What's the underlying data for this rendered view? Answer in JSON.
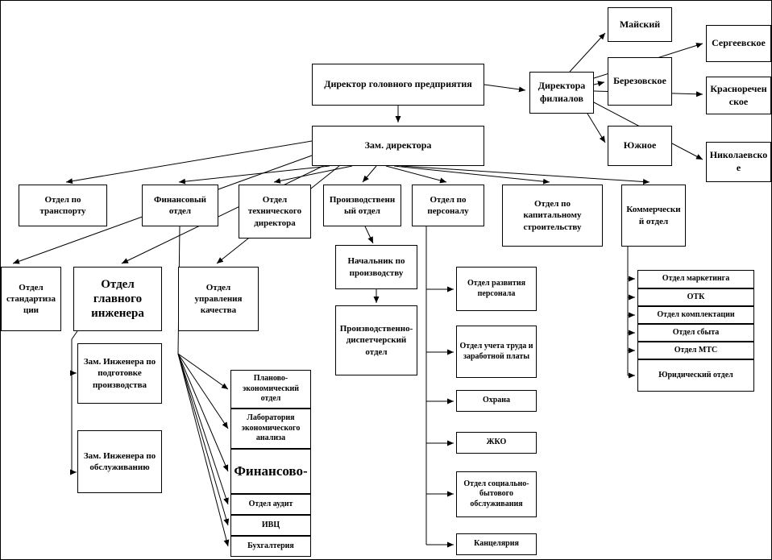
{
  "org_chart": {
    "director": "Директор головного предприятия",
    "deputy_director": "Зам. директора",
    "branches": {
      "title": "Директора филиалов",
      "maysky": "Майский",
      "sergeevskoe": "Сергеевское",
      "berezovskoe": "Березовское",
      "krasnorechenskoe": "Краснореченское",
      "yuzhnoe": "Южное",
      "nikolaevskoe": "Николаевское"
    },
    "departments": {
      "transport": "Отдел по транспорту",
      "finance": "Финансовый отдел",
      "tech_director": "Отдел технического директора",
      "production": "Производственный отдел",
      "personnel": "Отдел по персоналу",
      "capital_construction": "Отдел по капитальному строительству",
      "commercial": "Коммерческий отдел",
      "standardization": "Отдел стандартизации",
      "chief_engineer": "Отдел главного инженера",
      "quality": "Отдел управления качества"
    },
    "production_units": {
      "chief": "Начальник по производству",
      "dispatch": "Производственно-диспетчерский отдел"
    },
    "engineering_units": {
      "deputy_preparation": "Зам. Инженера по подготовке производства",
      "deputy_service": "Зам. Инженера по обслуживанию"
    },
    "finance_units": {
      "planning_economic": "Планово-экономический отдел",
      "economic_analysis_lab": "Лаборатория экономического анализа",
      "finance_division": "Финансово-",
      "audit": "Отдел аудит",
      "ivc": "ИВЦ",
      "accounting": "Бухгалтерия"
    },
    "personnel_units": {
      "development": "Отдел развития персонала",
      "labor_wages": "Отдел учета труда и заработной платы",
      "security": "Охрана",
      "zhko": "ЖКО",
      "social_services": "Отдел социально-бытового обслуживания",
      "chancellery": "Канцелярия"
    },
    "commercial_units": {
      "marketing": "Отдел маркетинга",
      "otk": "ОТК",
      "procurement": "Отдел комплектации",
      "sales": "Отдел сбыта",
      "mts": "Отдел МТС",
      "legal": "Юридический отдел"
    }
  }
}
